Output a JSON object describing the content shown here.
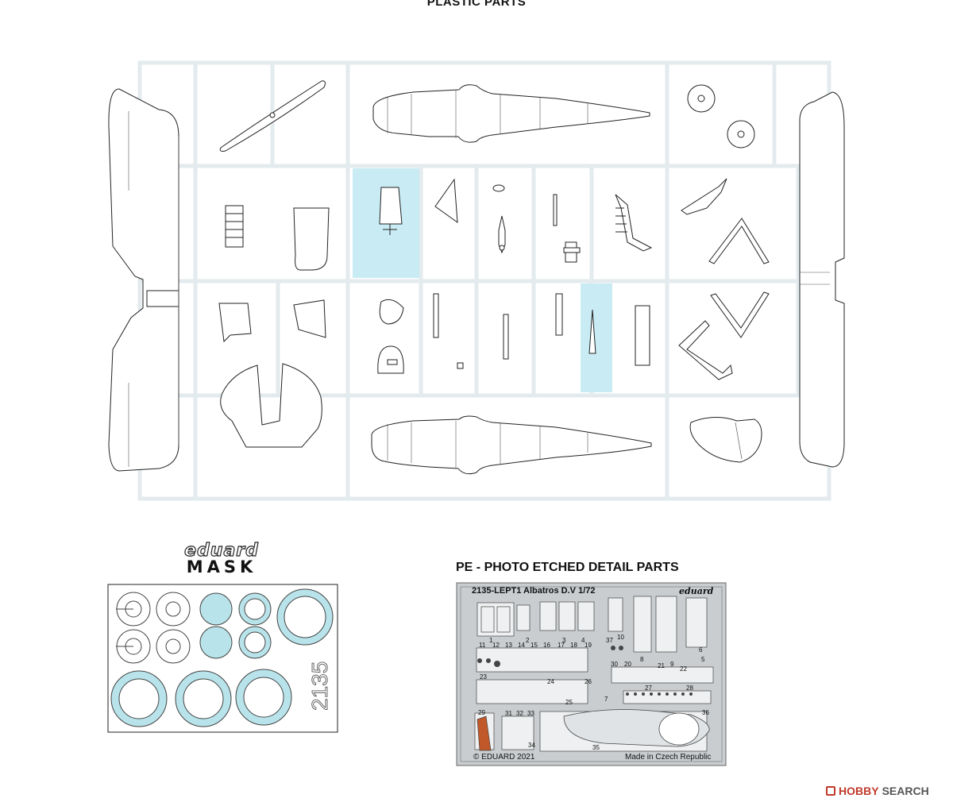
{
  "headings": {
    "plastic_parts": "PLASTIC PARTS",
    "pe_parts": "PE - PHOTO ETCHED DETAIL PARTS"
  },
  "mask": {
    "brand": "eduard",
    "label": "MASK",
    "code": "2135"
  },
  "pe_fret": {
    "header": "2135-LEPT1 Albatros D.V  1/72",
    "brand": "eduard",
    "copyright": "© EDUARD 2021",
    "made_in": "Made in Czech Republic",
    "part_numbers": [
      "1",
      "2",
      "3",
      "4",
      "5",
      "6",
      "7",
      "8",
      "9",
      "10",
      "11",
      "12",
      "13",
      "14",
      "15",
      "16",
      "17",
      "18",
      "19",
      "20",
      "21",
      "22",
      "23",
      "24",
      "25",
      "26",
      "27",
      "28",
      "29",
      "30",
      "31",
      "32",
      "33",
      "34",
      "35",
      "36",
      "37"
    ]
  },
  "watermark": {
    "hobby": "HOBBY",
    "search": "SEARCH"
  },
  "colors": {
    "sprue": "#e3ebee",
    "highlight": "#c9ecf4",
    "mask_blue": "#b8e3ea",
    "fret": "#c9cdd0",
    "outline": "#222222"
  }
}
